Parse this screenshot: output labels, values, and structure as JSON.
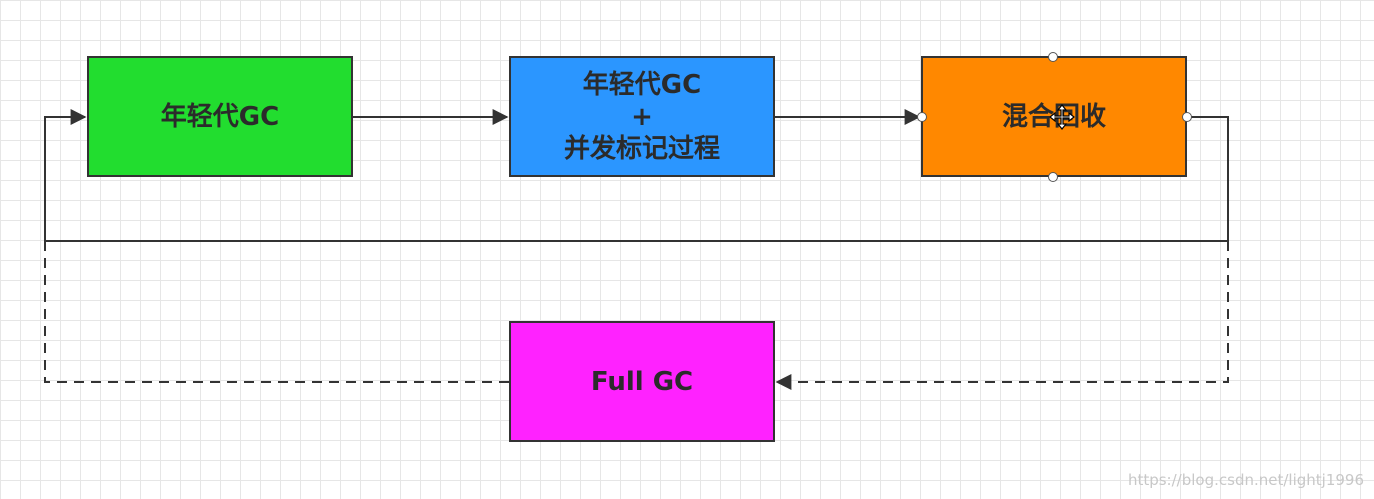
{
  "nodes": {
    "young_gc": {
      "label": "年轻代GC",
      "color": "#22dd2f"
    },
    "young_gc_concurrent": {
      "line1": "年轻代GC",
      "line2": "+",
      "line3": "并发标记过程",
      "color": "#2b96ff"
    },
    "mixed": {
      "label": "混合回收",
      "color": "#ff8800"
    },
    "full_gc": {
      "label": "Full GC",
      "color": "#ff22ff"
    }
  },
  "watermark": "https://blog.csdn.net/lightj1996",
  "styles": {
    "line_color": "#333333",
    "grid_color": "#e6e6e6",
    "background": "#ffffff"
  }
}
